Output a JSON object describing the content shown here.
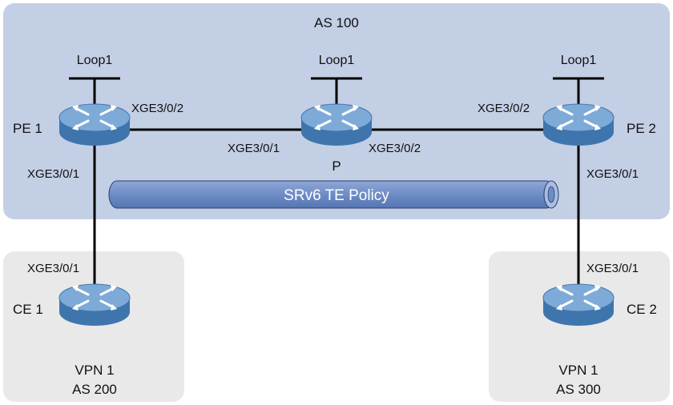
{
  "colors": {
    "as_region": "#c3cfe5",
    "vpn_region": "#e9e9e9",
    "router_body": "#5b8fc3",
    "router_top": "#7eaad8",
    "tunnel_fill": "#6e8cc6",
    "line": "#000000"
  },
  "regions": {
    "as100": {
      "label": "AS 100"
    },
    "vpn_left": {
      "name": "VPN 1",
      "as": "AS 200"
    },
    "vpn_right": {
      "name": "VPN 1",
      "as": "AS 300"
    }
  },
  "devices": {
    "pe1": {
      "label": "PE 1",
      "loop": "Loop1",
      "icon": "router-icon"
    },
    "p": {
      "label": "P",
      "loop": "Loop1",
      "icon": "router-icon"
    },
    "pe2": {
      "label": "PE 2",
      "loop": "Loop1",
      "icon": "router-icon"
    },
    "ce1": {
      "label": "CE 1",
      "icon": "router-icon"
    },
    "ce2": {
      "label": "CE 2",
      "icon": "router-icon"
    }
  },
  "interfaces": {
    "pe1_to_p": "XGE3/0/2",
    "p_to_pe1": "XGE3/0/1",
    "p_to_pe2": "XGE3/0/2",
    "pe2_to_p": "XGE3/0/2",
    "pe1_to_ce1": "XGE3/0/1",
    "ce1_to_pe1": "XGE3/0/1",
    "pe2_to_ce2": "XGE3/0/1",
    "ce2_to_pe2": "XGE3/0/1"
  },
  "tunnel": {
    "label": "SRv6 TE Policy"
  }
}
